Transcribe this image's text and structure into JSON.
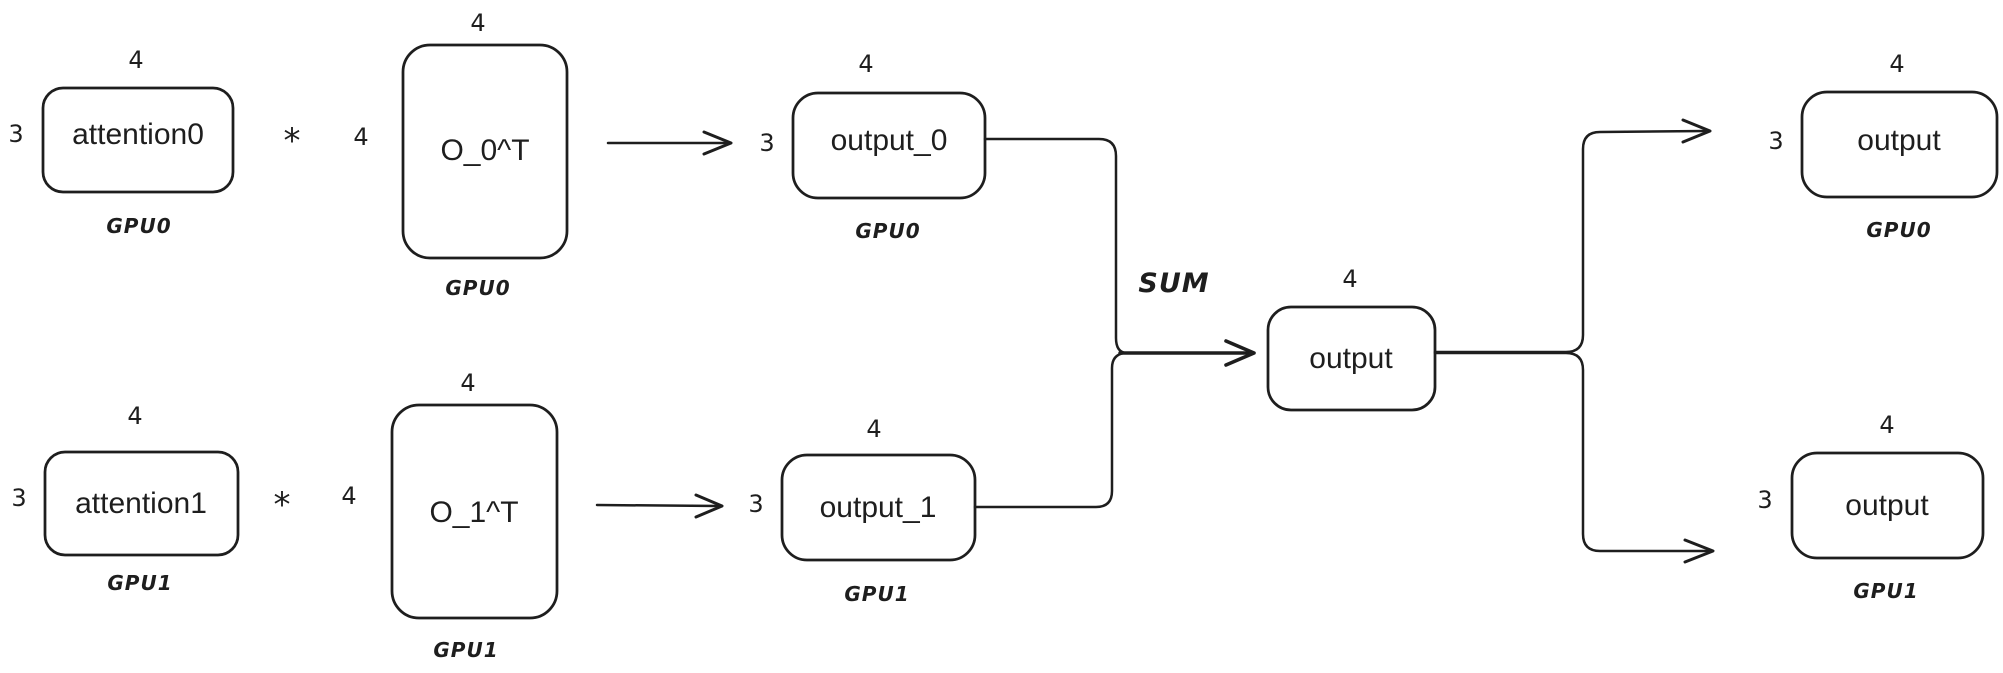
{
  "canvas": {
    "background": "#ffffff",
    "stroke": "#1e1e1e"
  },
  "labels": {
    "sum": "SUM",
    "multiply": "*"
  },
  "top_row": {
    "attention": {
      "label": "attention0",
      "rows": "3",
      "cols": "4",
      "gpu": "GPU0"
    },
    "weight": {
      "label": "O_0^T",
      "rows": "4",
      "cols": "4",
      "gpu": "GPU0"
    },
    "partial": {
      "label": "output_0",
      "rows": "3",
      "cols": "4",
      "gpu": "GPU0"
    }
  },
  "bottom_row": {
    "attention": {
      "label": "attention1",
      "rows": "3",
      "cols": "4",
      "gpu": "GPU1"
    },
    "weight": {
      "label": "O_1^T",
      "rows": "4",
      "cols": "4",
      "gpu": "GPU1"
    },
    "partial": {
      "label": "output_1",
      "rows": "3",
      "cols": "4",
      "gpu": "GPU1"
    }
  },
  "sum_node": {
    "label": "output",
    "cols": "4"
  },
  "final_outputs": {
    "gpu0": {
      "label": "output",
      "rows": "3",
      "cols": "4",
      "gpu": "GPU0"
    },
    "gpu1": {
      "label": "output",
      "rows": "3",
      "cols": "4",
      "gpu": "GPU1"
    }
  }
}
